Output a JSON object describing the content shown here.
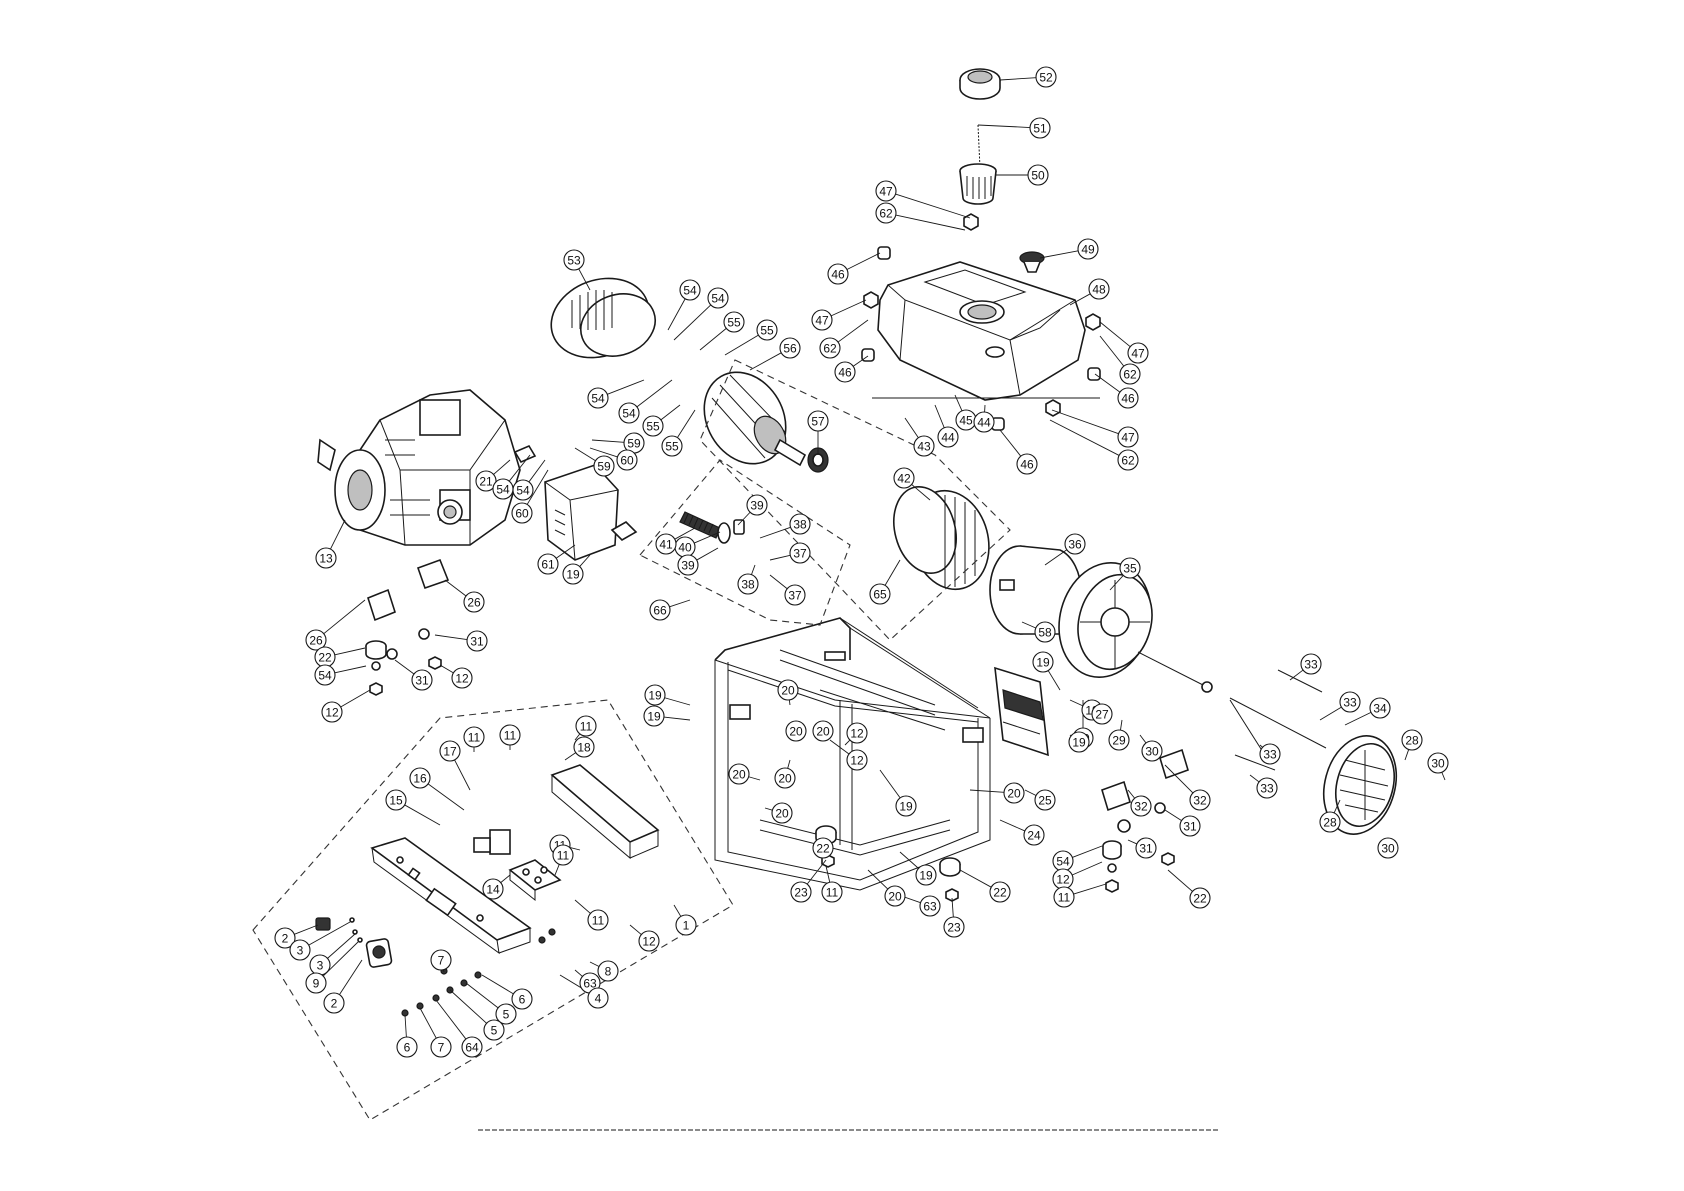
{
  "diagram": {
    "callouts": [
      {
        "label": "52"
      },
      {
        "label": "51"
      },
      {
        "label": "50"
      },
      {
        "label": "47"
      },
      {
        "label": "62"
      },
      {
        "label": "49"
      },
      {
        "label": "46"
      },
      {
        "label": "48"
      },
      {
        "label": "47"
      },
      {
        "label": "62"
      },
      {
        "label": "47"
      },
      {
        "label": "62"
      },
      {
        "label": "46"
      },
      {
        "label": "46"
      },
      {
        "label": "47"
      },
      {
        "label": "62"
      },
      {
        "label": "53"
      },
      {
        "label": "54"
      },
      {
        "label": "54"
      },
      {
        "label": "55"
      },
      {
        "label": "55"
      },
      {
        "label": "56"
      },
      {
        "label": "54"
      },
      {
        "label": "54"
      },
      {
        "label": "55"
      },
      {
        "label": "55"
      },
      {
        "label": "57"
      },
      {
        "label": "43"
      },
      {
        "label": "44"
      },
      {
        "label": "45"
      },
      {
        "label": "44"
      },
      {
        "label": "46"
      },
      {
        "label": "42"
      },
      {
        "label": "59"
      },
      {
        "label": "60"
      },
      {
        "label": "59"
      },
      {
        "label": "21"
      },
      {
        "label": "54"
      },
      {
        "label": "54"
      },
      {
        "label": "60"
      },
      {
        "label": "39"
      },
      {
        "label": "38"
      },
      {
        "label": "40"
      },
      {
        "label": "41"
      },
      {
        "label": "39"
      },
      {
        "label": "37"
      },
      {
        "label": "36"
      },
      {
        "label": "61"
      },
      {
        "label": "19"
      },
      {
        "label": "13"
      },
      {
        "label": "38"
      },
      {
        "label": "37"
      },
      {
        "label": "35"
      },
      {
        "label": "65"
      },
      {
        "label": "26"
      },
      {
        "label": "66"
      },
      {
        "label": "26"
      },
      {
        "label": "31"
      },
      {
        "label": "22"
      },
      {
        "label": "54"
      },
      {
        "label": "31"
      },
      {
        "label": "12"
      },
      {
        "label": "12"
      },
      {
        "label": "19"
      },
      {
        "label": "19"
      },
      {
        "label": "58"
      },
      {
        "label": "33"
      },
      {
        "label": "20"
      },
      {
        "label": "19"
      },
      {
        "label": "19"
      },
      {
        "label": "27"
      },
      {
        "label": "33"
      },
      {
        "label": "34"
      },
      {
        "label": "20"
      },
      {
        "label": "20"
      },
      {
        "label": "12"
      },
      {
        "label": "19"
      },
      {
        "label": "29"
      },
      {
        "label": "30"
      },
      {
        "label": "33"
      },
      {
        "label": "28"
      },
      {
        "label": "30"
      },
      {
        "label": "11"
      },
      {
        "label": "11"
      },
      {
        "label": "11"
      },
      {
        "label": "18"
      },
      {
        "label": "17"
      },
      {
        "label": "20"
      },
      {
        "label": "20"
      },
      {
        "label": "19"
      },
      {
        "label": "33"
      },
      {
        "label": "16"
      },
      {
        "label": "25"
      },
      {
        "label": "32"
      },
      {
        "label": "15"
      },
      {
        "label": "20"
      },
      {
        "label": "12"
      },
      {
        "label": "20"
      },
      {
        "label": "19"
      },
      {
        "label": "32"
      },
      {
        "label": "31"
      },
      {
        "label": "28"
      },
      {
        "label": "30"
      },
      {
        "label": "24"
      },
      {
        "label": "11"
      },
      {
        "label": "22"
      },
      {
        "label": "31"
      },
      {
        "label": "22"
      },
      {
        "label": "14"
      },
      {
        "label": "11"
      },
      {
        "label": "23"
      },
      {
        "label": "19"
      },
      {
        "label": "54"
      },
      {
        "label": "12"
      },
      {
        "label": "11"
      },
      {
        "label": "20"
      },
      {
        "label": "63"
      },
      {
        "label": "22"
      },
      {
        "label": "12"
      },
      {
        "label": "11"
      },
      {
        "label": "23"
      },
      {
        "label": "11"
      },
      {
        "label": "1"
      },
      {
        "label": "2"
      },
      {
        "label": "3"
      },
      {
        "label": "3"
      },
      {
        "label": "9"
      },
      {
        "label": "8"
      },
      {
        "label": "63"
      },
      {
        "label": "4"
      },
      {
        "label": "2"
      },
      {
        "label": "7"
      },
      {
        "label": "6"
      },
      {
        "label": "5"
      },
      {
        "label": "5"
      },
      {
        "label": "6"
      },
      {
        "label": "7"
      },
      {
        "label": "64"
      }
    ]
  }
}
